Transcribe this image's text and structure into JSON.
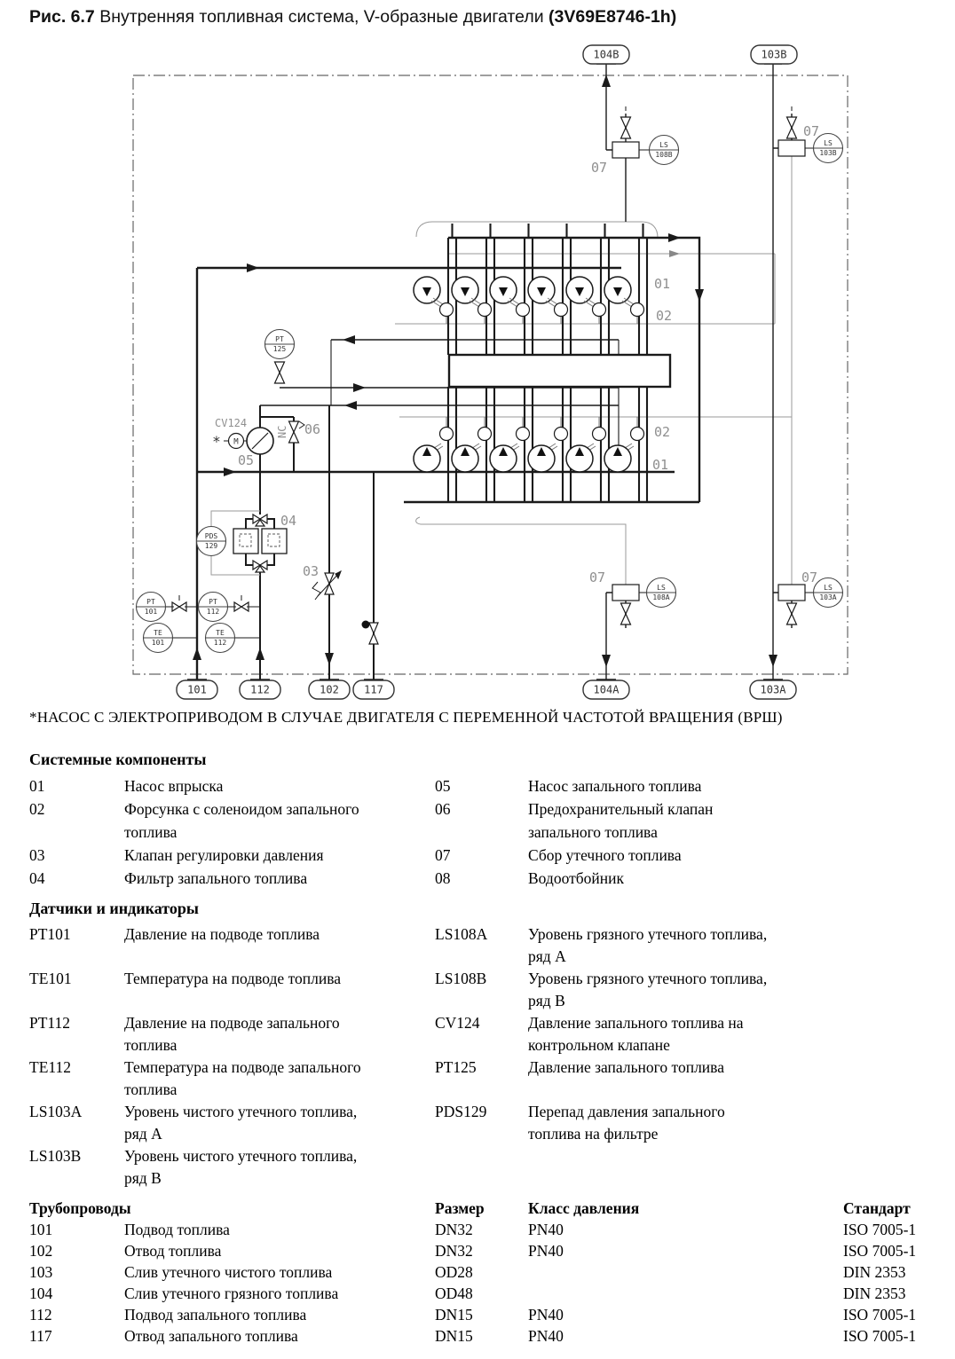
{
  "title": {
    "label_bold": "Рис. 6.7",
    "text": " Внутренняя топливная система, V-образные двигатели ",
    "code_bold": "(3V69E8746-1h)"
  },
  "note": "*НАСОС С ЭЛЕКТРОПРИВОДОМ В СЛУЧАЕ ДВИГАТЕЛЯ С ПЕРЕМЕННОЙ ЧАСТОТОЙ ВРАЩЕНИЯ (ВРШ)",
  "components": {
    "heading": "Системные компоненты",
    "rows": [
      {
        "lid": "01",
        "ltext": "Насос впрыска",
        "rid": "05",
        "rtext": "Насос запального топлива"
      },
      {
        "lid": "02",
        "ltext": "Форсунка с соленоидом запального\nтоплива",
        "rid": "06",
        "rtext": "Предохранительный клапан\nзапального топлива"
      },
      {
        "lid": "03",
        "ltext": "Клапан регулировки давления",
        "rid": "07",
        "rtext": "Сбор утечного топлива"
      },
      {
        "lid": "04",
        "ltext": "Фильтр запального топлива",
        "rid": "08",
        "rtext": "Водоотбойник"
      }
    ]
  },
  "sensors": {
    "heading": "Датчики и индикаторы",
    "rows": [
      {
        "lid": "PT101",
        "ltext": "Давление на подводе топлива",
        "rid": "LS108A",
        "rtext": "Уровень грязного утечного топлива,\nряд A"
      },
      {
        "lid": "TE101",
        "ltext": "Температура на подводе топлива",
        "rid": "LS108B",
        "rtext": "Уровень грязного утечного топлива,\nряд B"
      },
      {
        "lid": "PT112",
        "ltext": "Давление на подводе запального\nтоплива",
        "rid": "CV124",
        "rtext": "Давление запального топлива на\nконтрольном клапане"
      },
      {
        "lid": "TE112",
        "ltext": "Температура на подводе запального\nтоплива",
        "rid": "PT125",
        "rtext": "Давление запального топлива"
      },
      {
        "lid": "LS103A",
        "ltext": "Уровень чистого утечного топлива,\nряд A",
        "rid": "PDS129",
        "rtext": "Перепад давления запального\nтоплива на фильтре"
      },
      {
        "lid": "LS103B",
        "ltext": "Уровень чистого утечного топлива,\nряд B",
        "rid": "",
        "rtext": ""
      }
    ]
  },
  "pipes": {
    "heading": "Трубопроводы",
    "col_size": "Размер",
    "col_class": "Класс давления",
    "col_std": "Стандарт",
    "rows": [
      {
        "id": "101",
        "desc": "Подвод топлива",
        "size": "DN32",
        "pclass": "PN40",
        "std": "ISO 7005-1"
      },
      {
        "id": "102",
        "desc": "Отвод топлива",
        "size": "DN32",
        "pclass": "PN40",
        "std": "ISO 7005-1"
      },
      {
        "id": "103",
        "desc": "Слив утечного чистого топлива",
        "size": "OD28",
        "pclass": "",
        "std": "DIN 2353"
      },
      {
        "id": "104",
        "desc": "Слив утечного грязного топлива",
        "size": "OD48",
        "pclass": "",
        "std": "DIN 2353"
      },
      {
        "id": "112",
        "desc": "Подвод запального топлива",
        "size": "DN15",
        "pclass": "PN40",
        "std": "ISO 7005-1"
      },
      {
        "id": "117",
        "desc": "Отвод запального топлива",
        "size": "DN15",
        "pclass": "PN40",
        "std": "ISO 7005-1"
      }
    ]
  },
  "diagram": {
    "f104b": "104B",
    "f103b": "103B",
    "f101": "101",
    "f112": "112",
    "f102": "102",
    "f117": "117",
    "f104a": "104A",
    "f103a": "103A",
    "pt125_1": "PT",
    "pt125_2": "125",
    "pds129_1": "PDS",
    "pds129_2": "129",
    "pt101_1": "PT",
    "pt101_2": "101",
    "te101_1": "TE",
    "te101_2": "101",
    "pt112_1": "PT",
    "pt112_2": "112",
    "te112_1": "TE",
    "te112_2": "112",
    "ls108b_1": "LS",
    "ls108b_2": "108B",
    "ls103b_1": "LS",
    "ls103b_2": "103B",
    "ls108a_1": "LS",
    "ls108a_2": "108A",
    "ls103a_1": "LS",
    "ls103a_2": "103A",
    "cv124": "CV124",
    "nc": "NC",
    "asterisk": "*",
    "motor": "M",
    "n01_top": "01",
    "n02_top": "02",
    "n02_bot": "02",
    "n01_bot": "01",
    "n03": "03",
    "n04": "04",
    "n05": "05",
    "n06": "06",
    "n07_tl": "07",
    "n07_tr": "07",
    "n07_bl": "07",
    "n07_br": "07"
  }
}
